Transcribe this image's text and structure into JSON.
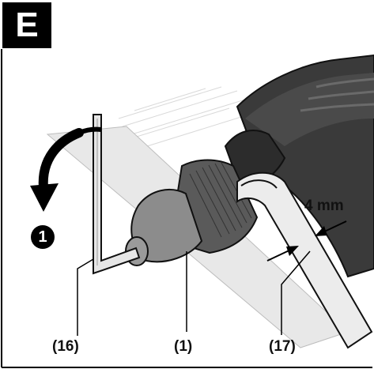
{
  "figure": {
    "letter": "E",
    "step_number": "1",
    "gap_measure": "4 mm",
    "callouts": {
      "allen_key": "(16)",
      "chuck": "(1)",
      "spanner": "(17)"
    },
    "colors": {
      "tool_body": "#3c3c3c",
      "chuck_sleeve": "#555555",
      "chuck_nose": "#8a8a8a",
      "steel": "#dcdcdc",
      "outline": "#000000"
    }
  }
}
